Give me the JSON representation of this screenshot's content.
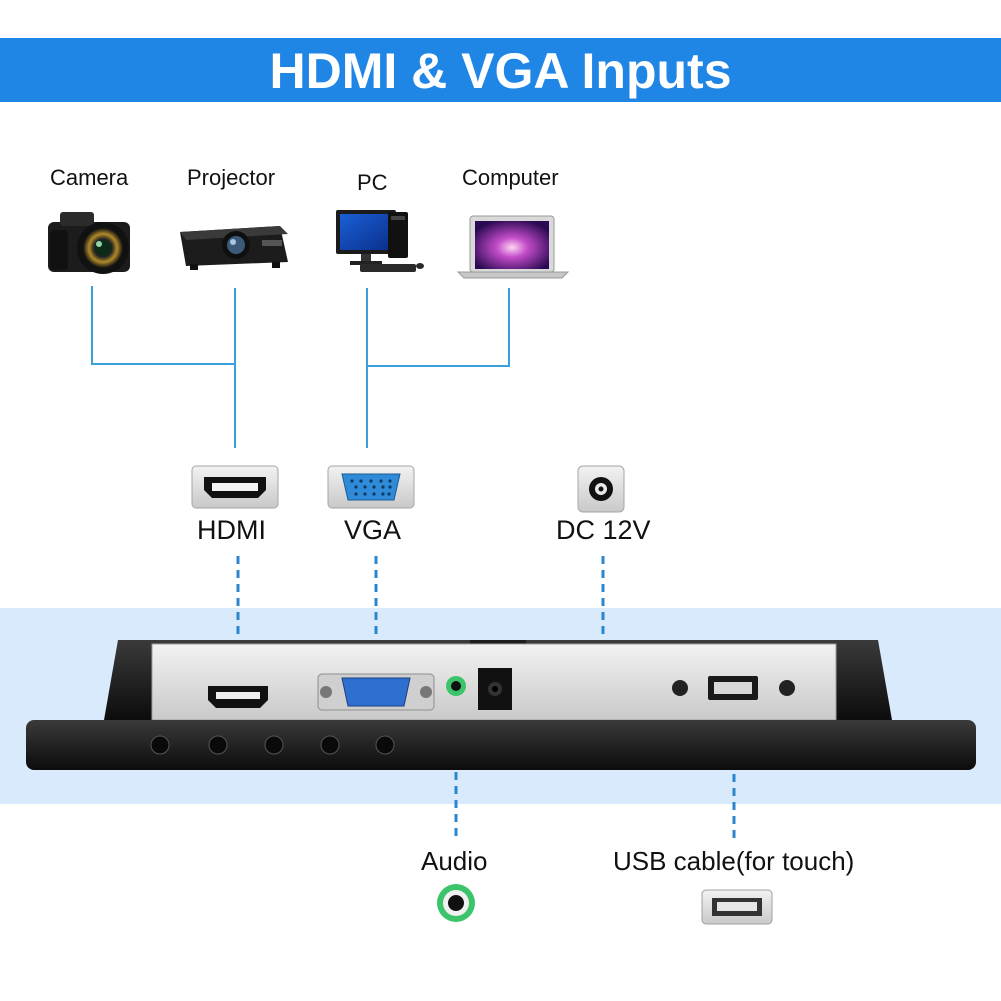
{
  "header": {
    "title": "HDMI & VGA Inputs"
  },
  "sources": {
    "camera": "Camera",
    "projector": "Projector",
    "pc": "PC",
    "computer": "Computer"
  },
  "ports": {
    "hdmi": "HDMI",
    "vga": "VGA",
    "dc": "DC 12V",
    "audio": "Audio",
    "usb": "USB cable(for touch)"
  },
  "colors": {
    "banner": "#1f86e6",
    "connector_line": "#3aa0dc",
    "panel_band": "#d8eafb",
    "audio_ring": "#3cc46a"
  },
  "icons": [
    "camera-icon",
    "projector-icon",
    "desktop-pc-icon",
    "laptop-icon",
    "hdmi-port-icon",
    "vga-port-icon",
    "dc-jack-icon",
    "audio-jack-icon",
    "usb-port-icon"
  ]
}
